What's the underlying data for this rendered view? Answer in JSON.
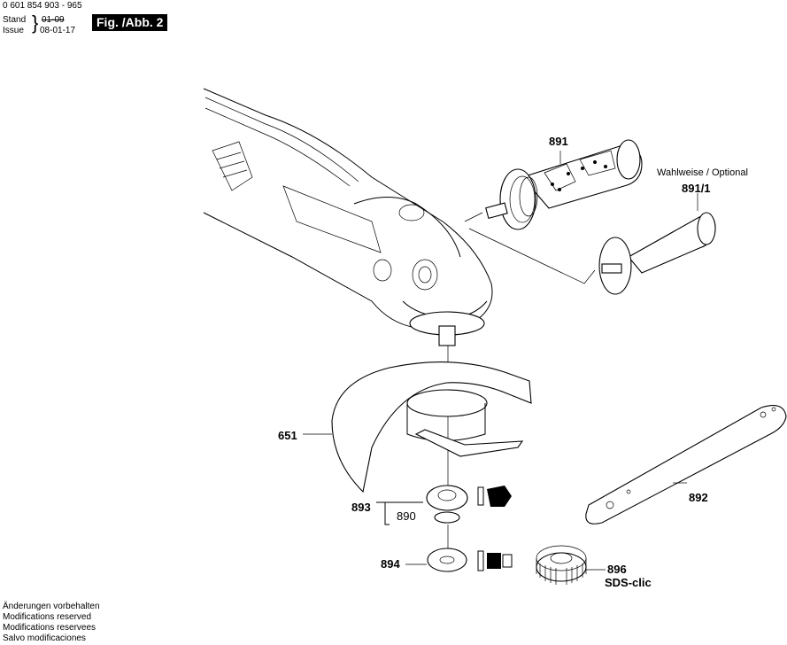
{
  "header": {
    "doc_number": "0 601 854 903 - 965",
    "stand_label": "Stand",
    "issue_label": "Issue",
    "old_date": "01-09",
    "new_date": "08-01-17",
    "fig_label": "Fig. /Abb. 2"
  },
  "parts": {
    "p891": "891",
    "optional_note": "Wahlweise / Optional",
    "p891_1": "891/1",
    "p651": "651",
    "p892": "892",
    "p893": "893",
    "p890": "890",
    "p894": "894",
    "p896": "896",
    "sds_clic": "SDS-clic"
  },
  "footer": {
    "lines": [
      "Änderungen vorbehalten",
      "Modifications reserved",
      "Modifications reservees",
      "Salvo modificaciones"
    ]
  }
}
